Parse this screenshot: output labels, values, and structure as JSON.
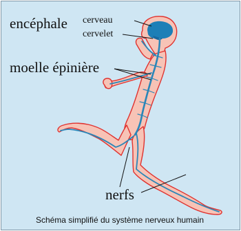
{
  "labels": {
    "encephale": "encéphale",
    "cerveau": "cerveau",
    "cervelet": "cervelet",
    "moelle": "moelle épinière",
    "nerfs": "nerfs"
  },
  "caption": "Schéma simplifié du système nerveux humain",
  "colors": {
    "background": "#cfe6f3",
    "body_fill": "#f7c3b6",
    "body_outline": "#e0322f",
    "nerve": "#2a86b8",
    "brain": "#1d7fb7"
  }
}
